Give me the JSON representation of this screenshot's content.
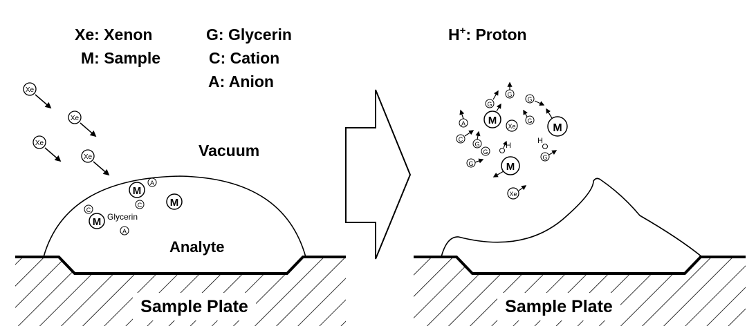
{
  "legend_left": [
    {
      "text": "Xe: Xenon"
    },
    {
      "text": "M: Sample"
    },
    {
      "text": "G: Glycerin"
    },
    {
      "text": "C: Cation"
    },
    {
      "text": "A: Anion"
    }
  ],
  "legend_right": {
    "text": "H⁺: Proton",
    "symbol": "H",
    "sup": "+",
    "rest": ": Proton"
  },
  "labels": {
    "vacuum": "Vacuum",
    "analyte": "Analyte",
    "plate_left": "Sample Plate",
    "plate_right": "Sample Plate",
    "glycerin": "Glycerin"
  },
  "symbols": {
    "xe": "Xe",
    "m": "M",
    "a": "A",
    "c": "C",
    "g": "G",
    "h": "H"
  },
  "colors": {
    "ink": "#000000",
    "background": "#ffffff"
  }
}
